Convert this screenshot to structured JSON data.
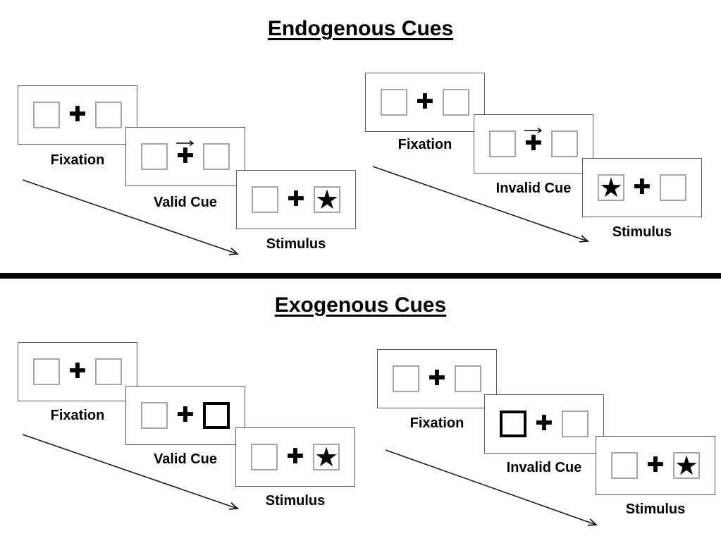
{
  "sections": [
    {
      "title": "Endogenous Cues",
      "sequences": [
        {
          "name": "valid-trial",
          "frames": [
            {
              "label": "Fixation",
              "left_box": "empty",
              "right_box": "empty",
              "cue": "none"
            },
            {
              "label": "Valid Cue",
              "left_box": "empty",
              "right_box": "empty",
              "cue": "central-arrow-right"
            },
            {
              "label": "Stimulus",
              "left_box": "empty",
              "right_box": "star",
              "cue": "none"
            }
          ]
        },
        {
          "name": "invalid-trial",
          "frames": [
            {
              "label": "Fixation",
              "left_box": "empty",
              "right_box": "empty",
              "cue": "none"
            },
            {
              "label": "Invalid Cue",
              "left_box": "empty",
              "right_box": "empty",
              "cue": "central-arrow-right"
            },
            {
              "label": "Stimulus",
              "left_box": "star",
              "right_box": "empty",
              "cue": "none"
            }
          ]
        }
      ]
    },
    {
      "title": "Exogenous Cues",
      "sequences": [
        {
          "name": "valid-trial",
          "frames": [
            {
              "label": "Fixation",
              "left_box": "empty",
              "right_box": "empty",
              "cue": "none"
            },
            {
              "label": "Valid Cue",
              "left_box": "empty",
              "right_box": "bold-outline",
              "cue": "peripheral-box-highlight"
            },
            {
              "label": "Stimulus",
              "left_box": "empty",
              "right_box": "star",
              "cue": "none"
            }
          ]
        },
        {
          "name": "invalid-trial",
          "frames": [
            {
              "label": "Fixation",
              "left_box": "empty",
              "right_box": "empty",
              "cue": "none"
            },
            {
              "label": "Invalid Cue",
              "left_box": "bold-outline",
              "right_box": "empty",
              "cue": "peripheral-box-highlight"
            },
            {
              "label": "Stimulus",
              "left_box": "empty",
              "right_box": "star",
              "cue": "none"
            }
          ]
        }
      ]
    }
  ],
  "glyphs": {
    "fixation_cross": "✚",
    "star": "★"
  },
  "colors": {
    "background": "#ffffff",
    "panel_border": "#595959",
    "box_border": "#a6a6a6",
    "cue_box_border": "#000000",
    "divider": "#000000",
    "text": "#000000",
    "arrow": "#1a1a1a"
  }
}
